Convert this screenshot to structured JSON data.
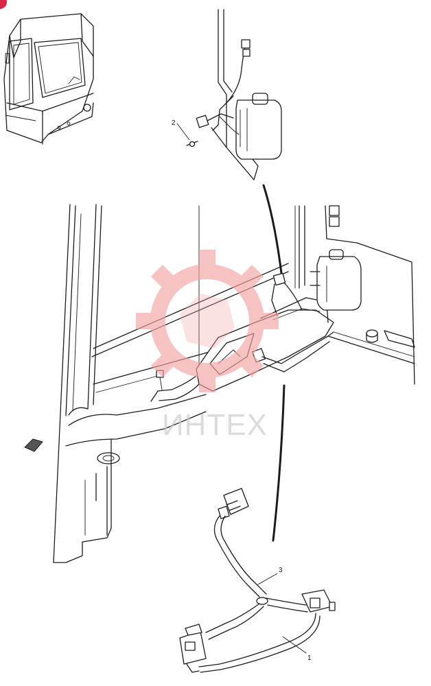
{
  "watermark": {
    "text": "ИНТЕХ",
    "gear_color": "#f2a3a3",
    "text_color": "#c9c9c9"
  },
  "badge": {
    "color": "#d8264a"
  },
  "callouts": [
    {
      "id": "1",
      "label": "1"
    },
    {
      "id": "2",
      "label": "2"
    },
    {
      "id": "3",
      "label": "3"
    }
  ]
}
